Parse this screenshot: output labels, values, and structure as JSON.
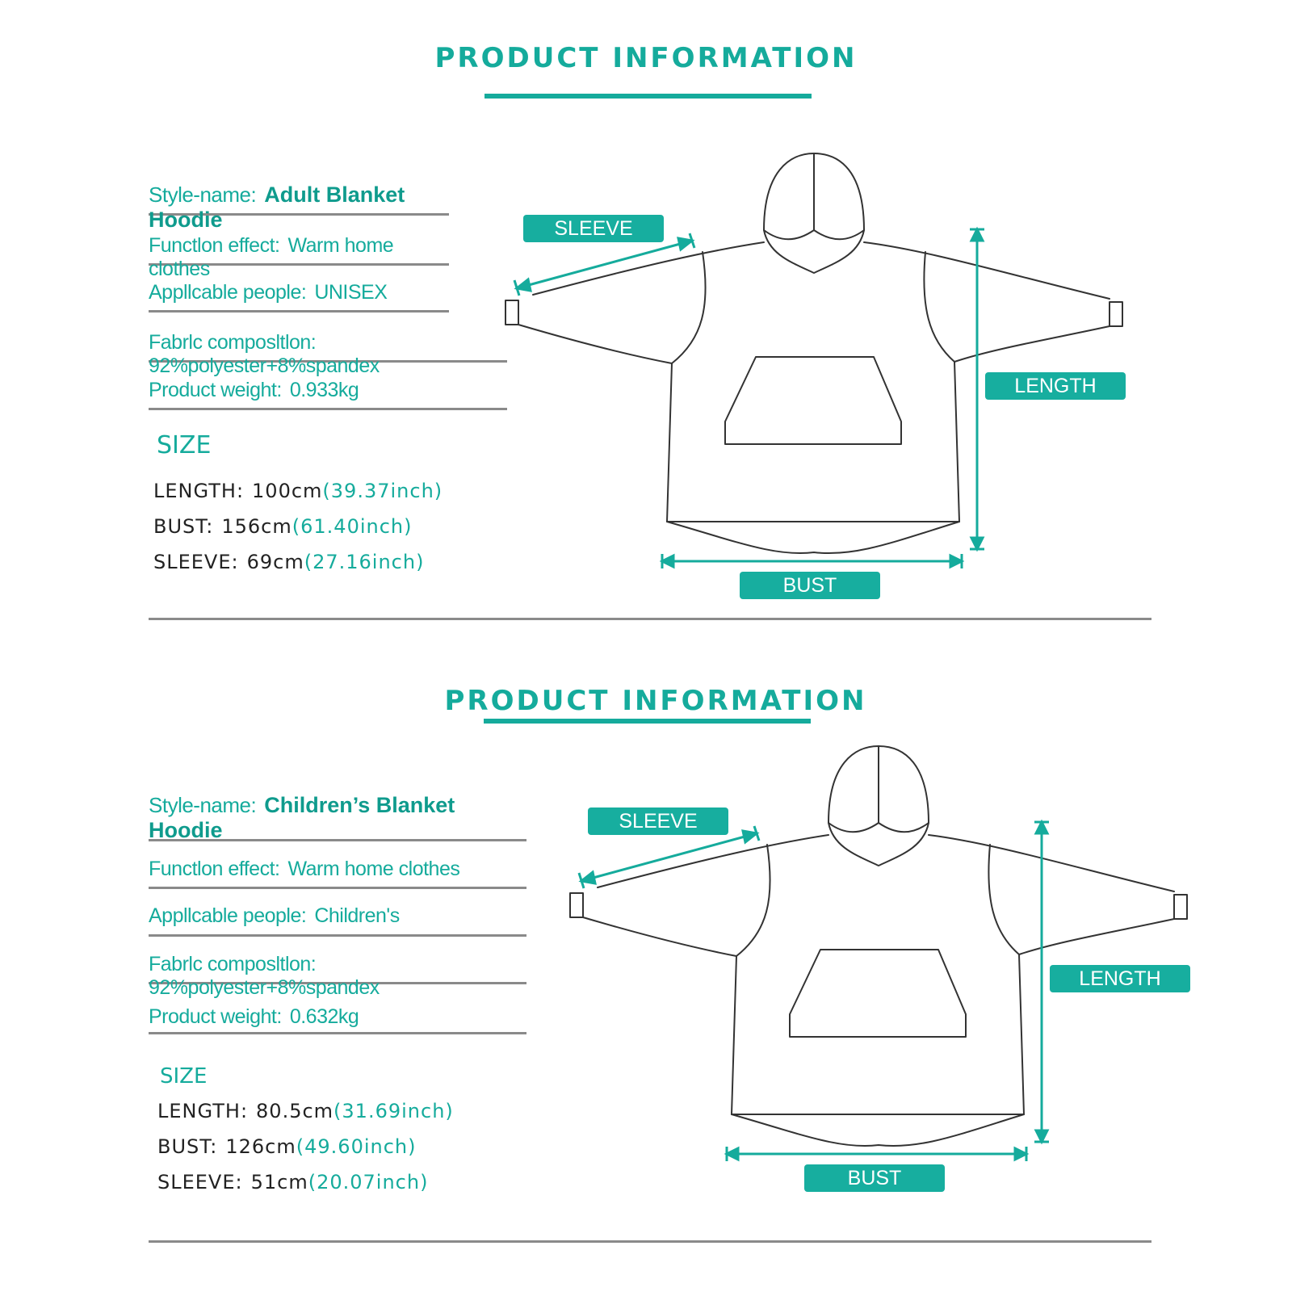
{
  "colors": {
    "accent": "#15ab9c",
    "rule": "#8a8a8a",
    "text": "#222222",
    "outline": "#333333"
  },
  "sections": [
    {
      "heading": "PRODUCT INFORMATION",
      "info": [
        {
          "label": "Style-name:",
          "value": "Adult Blanket Hoodie"
        },
        {
          "label": "Functlon effect:",
          "value": "Warm home clothes"
        },
        {
          "label": "Appllcable people:",
          "value": "UNISEX"
        },
        {
          "label": "Fabrlc composltlon:",
          "value": "92%polyester+8%spandex"
        },
        {
          "label": "Product weight:",
          "value": "0.933kg"
        }
      ],
      "size": {
        "title": "SIZE",
        "lines": [
          {
            "label": "LENGTH:",
            "value": "100cm",
            "converted": "(39.37inch)"
          },
          {
            "label": "BUST:",
            "value": "156cm",
            "converted": "(61.40inch)"
          },
          {
            "label": "SLEEVE:",
            "value": "69cm",
            "converted": "(27.16inch)"
          }
        ]
      },
      "diagram": {
        "sleeve": "SLEEVE",
        "length": "LENGTH",
        "bust": "BUST"
      }
    },
    {
      "heading": "PRODUCT INFORMATION",
      "info": [
        {
          "label": "Style-name:",
          "value": "Children’s  Blanket Hoodie"
        },
        {
          "label": "Functlon effect:",
          "value": "Warm home clothes"
        },
        {
          "label": "Appllcable people:",
          "value": "Children's"
        },
        {
          "label": "Fabrlc composltlon:",
          "value": "92%polyester+8%spandex"
        },
        {
          "label": "Product weight:",
          "value": "0.632kg"
        }
      ],
      "size": {
        "title": "SIZE",
        "lines": [
          {
            "label": "LENGTH:",
            "value": "80.5cm",
            "converted": "(31.69inch)"
          },
          {
            "label": "BUST:",
            "value": "126cm",
            "converted": "(49.60inch)"
          },
          {
            "label": "SLEEVE:",
            "value": "51cm",
            "converted": "(20.07inch)"
          }
        ]
      },
      "diagram": {
        "sleeve": "SLEEVE",
        "length": "LENGTH",
        "bust": "BUST"
      }
    }
  ]
}
